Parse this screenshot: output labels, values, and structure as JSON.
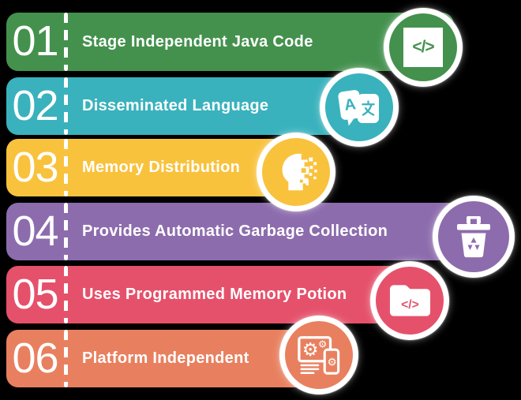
{
  "background_color": "#000000",
  "divider_color": "#ffffff",
  "rows": [
    {
      "number": "01",
      "label": "Stage Independent Java Code",
      "color": "#44914e",
      "icon": "code-icon",
      "glyph": "</>"
    },
    {
      "number": "02",
      "label": "Disseminated Language",
      "color": "#39b2bd",
      "icon": "translate-language-icon",
      "glyph": "A"
    },
    {
      "number": "03",
      "label": "Memory Distribution",
      "color": "#f9c23d",
      "icon": "memory-pixel-head-icon"
    },
    {
      "number": "04",
      "label": "Provides Automatic Garbage Collection",
      "color": "#8d6cad",
      "icon": "recycle-bin-icon"
    },
    {
      "number": "05",
      "label": "Uses Programmed Memory Potion",
      "color": "#e5516b",
      "icon": "code-folder-icon",
      "glyph": "</>"
    },
    {
      "number": "06",
      "label": "Platform Independent",
      "color": "#e8805f",
      "icon": "devices-gears-icon"
    }
  ]
}
